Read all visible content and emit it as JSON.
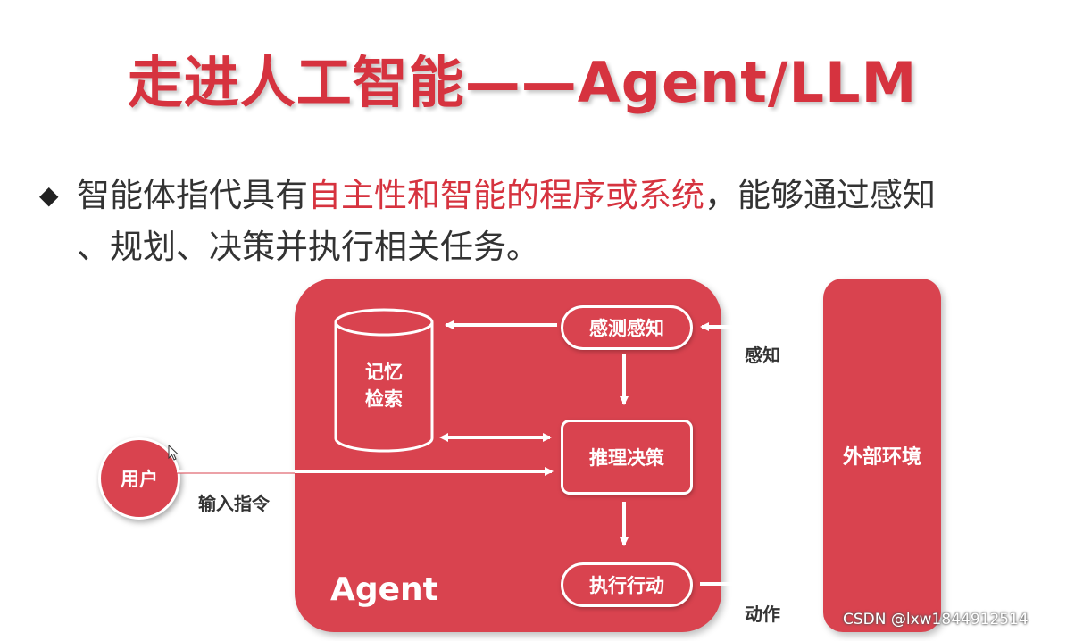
{
  "title": "走进人工智能——Agent/LLM",
  "bullet": {
    "marker": "◆",
    "text_before": "智能体指代具有",
    "highlight": "自主性和智能的程序或系统",
    "text_after": "，能够通过感知",
    "line2": "、规划、决策并执行相关任务。"
  },
  "diagram": {
    "agent_label": "Agent",
    "environment_label": "外部环境",
    "user_label": "用户",
    "memory_label_line1": "记忆",
    "memory_label_line2": "检索",
    "sense_node": "感测感知",
    "reason_node": "推理决策",
    "exec_node": "执行行动",
    "perceive_label": "感知",
    "action_label": "动作",
    "input_label": "输入指令"
  },
  "watermark": "CSDN @lxw1844912514",
  "colors": {
    "accent": "#d6333f",
    "box_fill": "#d9434f",
    "text_dark": "#333333"
  }
}
